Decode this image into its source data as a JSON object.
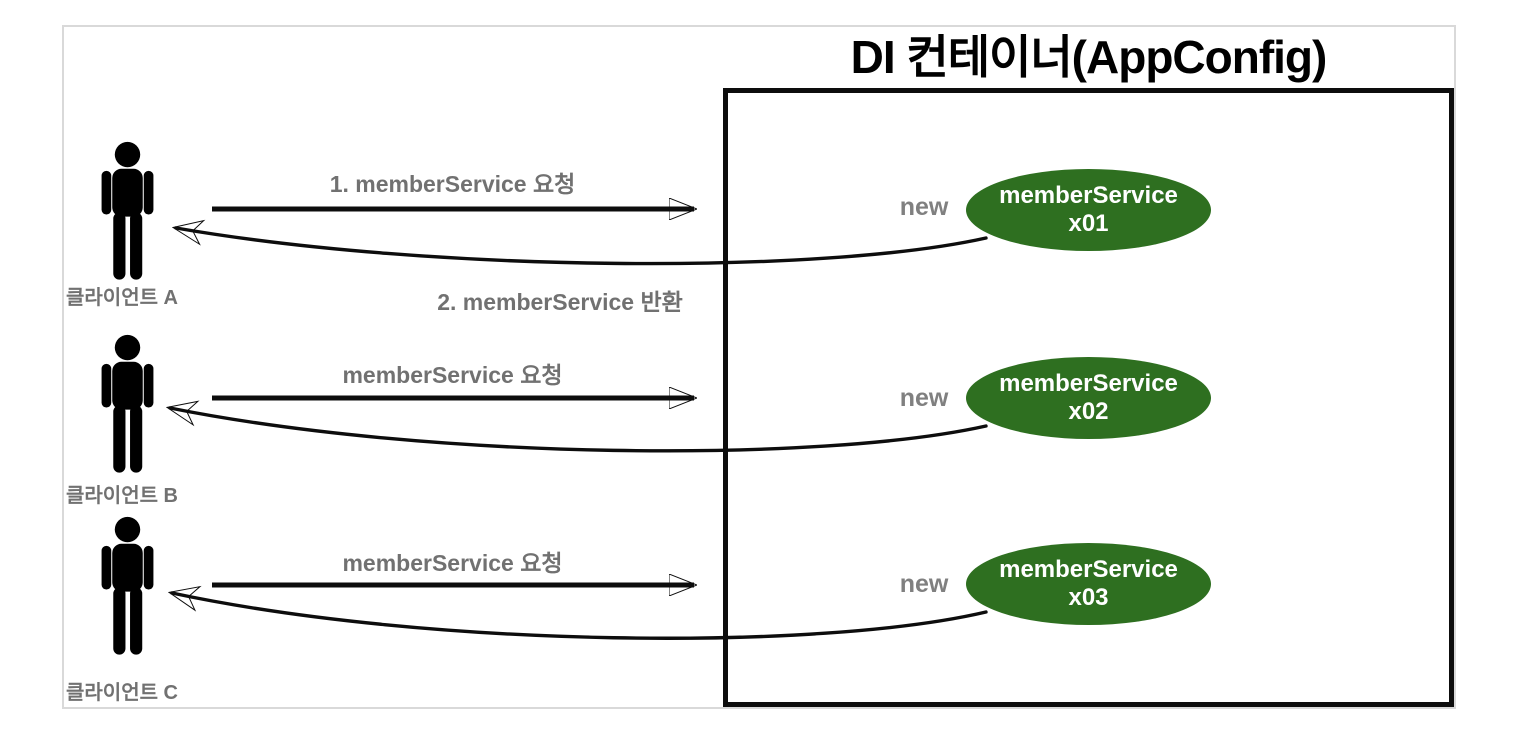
{
  "diagram": {
    "title": "DI 컨테이너(AppConfig)"
  },
  "icons": {
    "client": "person-icon",
    "request_arrow": "solid-right-arrow",
    "return_arrow": "sketchy-curved-left-arrow"
  },
  "colors": {
    "bean_green": "#2e6f20",
    "label_gray": "#717171",
    "line_black": "#0d0d0d",
    "canvas_border": "#d9d9d9",
    "bean_text": "#ffffff"
  },
  "rows": [
    {
      "client": "클라이언트 A",
      "request_label": "1. memberService 요청",
      "return_label": "2. memberService 반환",
      "new_label": "new",
      "bean_line1": "memberService",
      "bean_line2": "x01"
    },
    {
      "client": "클라이언트 B",
      "request_label": "memberService 요청",
      "new_label": "new",
      "bean_line1": "memberService",
      "bean_line2": "x02"
    },
    {
      "client": "클라이언트 C",
      "request_label": "memberService 요청",
      "new_label": "new",
      "bean_line1": "memberService",
      "bean_line2": "x03"
    }
  ]
}
